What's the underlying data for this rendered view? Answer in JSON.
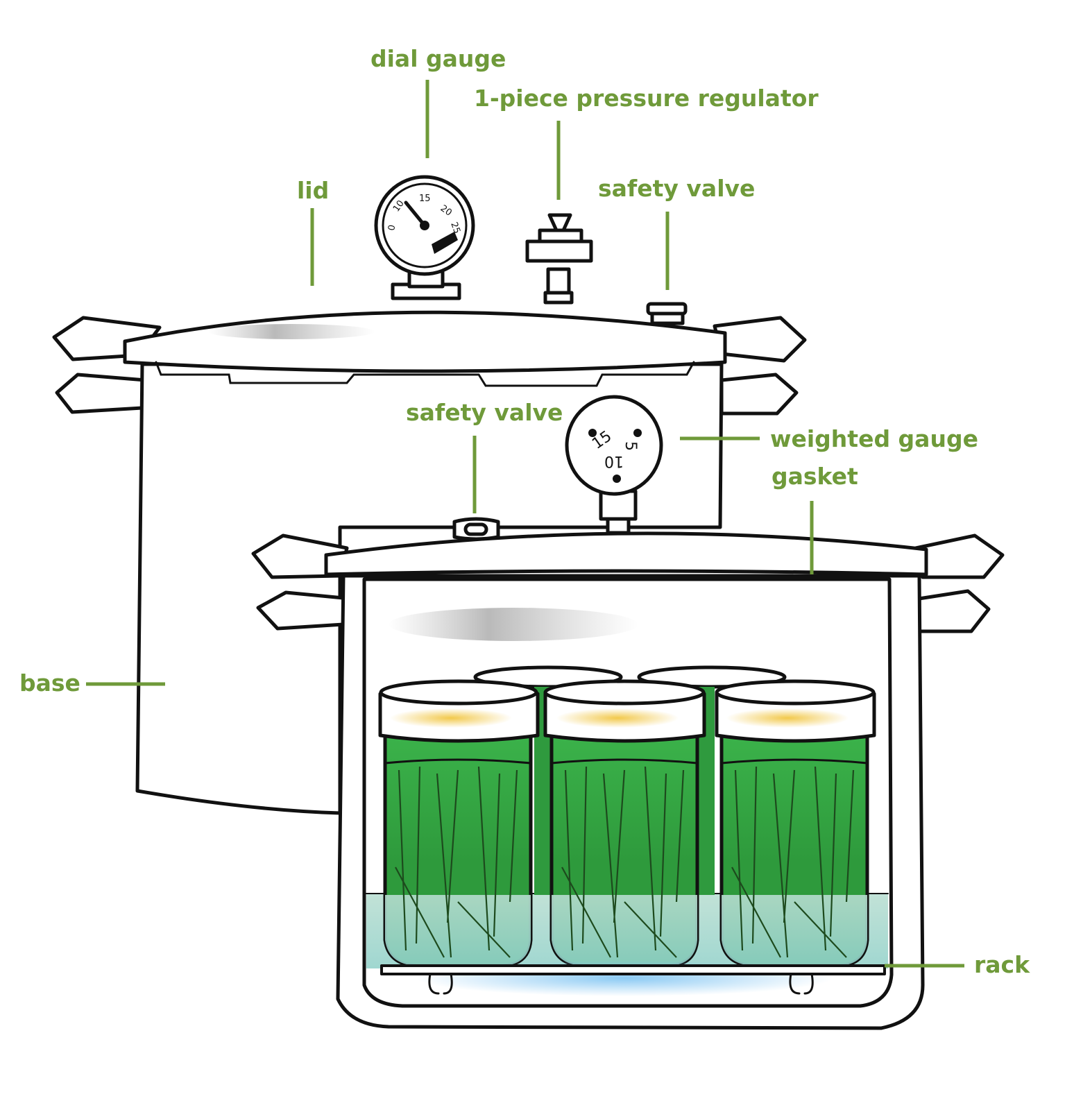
{
  "colors": {
    "label": "#6f9a3a",
    "outline": "#111111",
    "beans": "#3aa53a",
    "water": "#9fd3c4",
    "lid_highlight": "#f2c94c",
    "rack_glow": "#8cc8f0"
  },
  "labels": {
    "dial_gauge": "dial gauge",
    "regulator": "1-piece pressure regulator",
    "lid": "lid",
    "safety_valve_back": "safety valve",
    "safety_valve_front": "safety valve",
    "weighted_gauge": "weighted gauge",
    "gasket": "gasket",
    "base": "base",
    "rack": "rack"
  },
  "dial_gauge_ticks": [
    "0",
    "10",
    "15",
    "20",
    "25"
  ],
  "weighted_gauge_marks": [
    "15",
    "5",
    "10"
  ]
}
